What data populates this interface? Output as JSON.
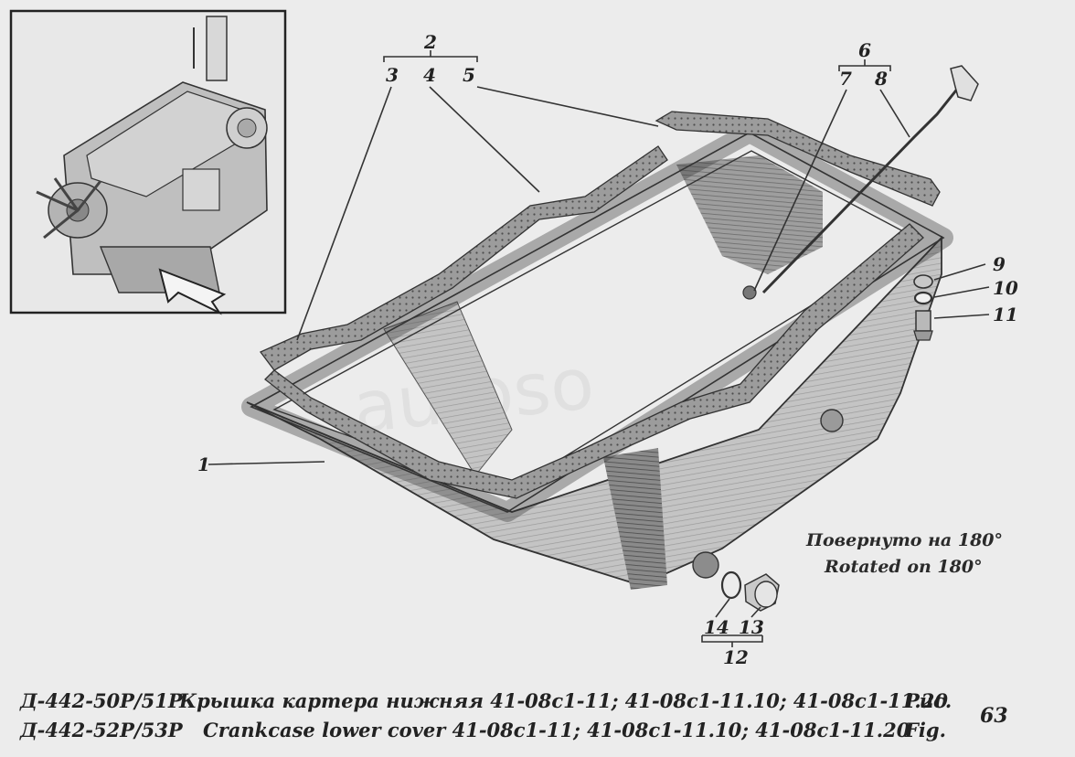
{
  "callouts": {
    "c1": "1",
    "c2": "2",
    "c3": "3",
    "c4": "4",
    "c5": "5",
    "c6": "6",
    "c7": "7",
    "c8": "8",
    "c9": "9",
    "c10": "10",
    "c11": "11",
    "c12": "12",
    "c13": "13",
    "c14": "14"
  },
  "note": {
    "line1": "Повернуто на 180°",
    "line2": "Rotated on 180°"
  },
  "caption": {
    "row1": {
      "model": "Д-442-50Р/51Р",
      "title": "Крышка картера нижняя 41-08с1-11; 41-08с1-11.10; 41-08с1-11.20",
      "fig_label": "Рис."
    },
    "row2": {
      "model": "Д-442-52Р/53Р",
      "title": "Crankcase lower cover 41-08с1-11; 41-08с1-11.10; 41-08с1-11.20",
      "fig_label": "Fig."
    },
    "fig_number": "63"
  },
  "colors": {
    "background": "#ececec",
    "ink": "#222222",
    "gasket": "#8f8f8f",
    "pan": "#bdbdbd"
  }
}
